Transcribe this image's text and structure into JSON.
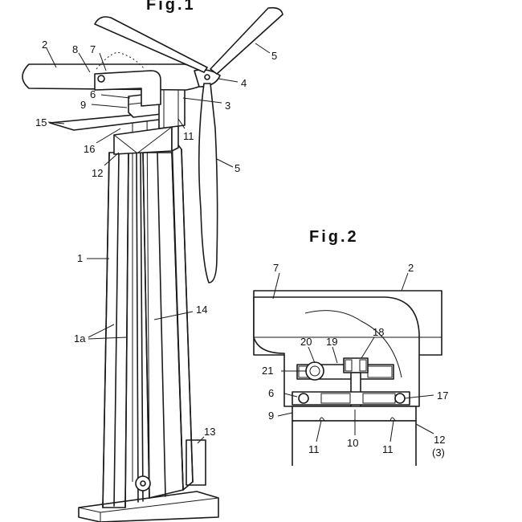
{
  "fig1": {
    "title": "Fig.1",
    "labels": {
      "l1": "1",
      "l1a": "1a",
      "l2": "2",
      "l3": "3",
      "l4": "4",
      "l5a": "5",
      "l5b": "5",
      "l6": "6",
      "l7": "7",
      "l8": "8",
      "l9": "9",
      "l11": "11",
      "l12": "12",
      "l13": "13",
      "l14": "14",
      "l15": "15",
      "l16": "16"
    }
  },
  "fig2": {
    "title": "Fig.2",
    "labels": {
      "l2": "2",
      "l6": "6",
      "l7": "7",
      "l9": "9",
      "l10": "10",
      "l11a": "11",
      "l11b": "11",
      "l12": "12",
      "l3": "(3)",
      "l17": "17",
      "l18": "18",
      "l19": "19",
      "l20": "20",
      "l21": "21"
    }
  },
  "style": {
    "ink": "#1a1a1a",
    "paper": "#ffffff"
  }
}
